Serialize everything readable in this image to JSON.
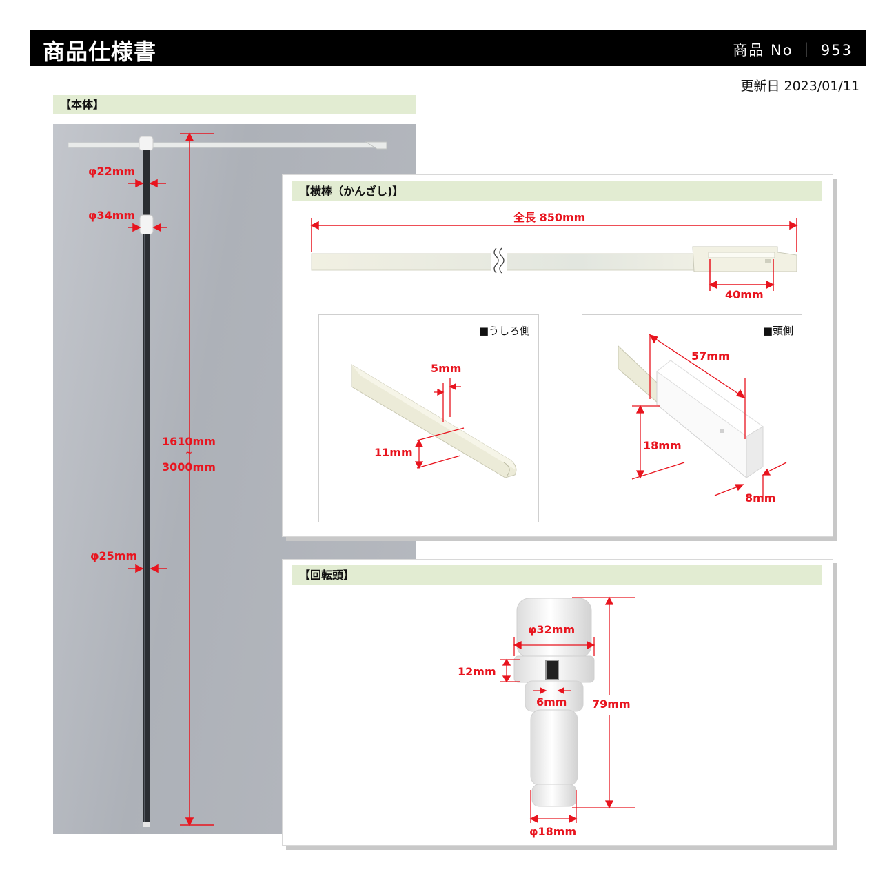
{
  "header": {
    "title": "商品仕様書",
    "product_no": "商品 No ｜ 953"
  },
  "updated": "更新日 2023/01/11",
  "main_body": {
    "label": "【本体】",
    "dims": {
      "phi22": "φ22mm",
      "phi34": "φ34mm",
      "length_line1": "1610mm",
      "length_tilde": "~",
      "length_line2": "3000mm",
      "phi25": "φ25mm"
    }
  },
  "crossbar": {
    "label": "【横棒（かんざし)】",
    "total_length": "全長 850mm",
    "slot_length": "40mm",
    "back_view": {
      "label": "■うしろ側",
      "thickness": "5mm",
      "height": "11mm"
    },
    "head_view": {
      "label": "■頭側",
      "length": "57mm",
      "height": "18mm",
      "depth": "8mm"
    }
  },
  "rotating_head": {
    "label": "【回転頭】",
    "dims": {
      "cap_diameter": "φ32mm",
      "slot_height": "12mm",
      "slot_width": "6mm",
      "total_height": "79mm",
      "base_diameter": "φ18mm"
    }
  },
  "colors": {
    "dimension": "#e8141e",
    "section_bg": "#e2ecd2",
    "header_bg": "#000000"
  }
}
